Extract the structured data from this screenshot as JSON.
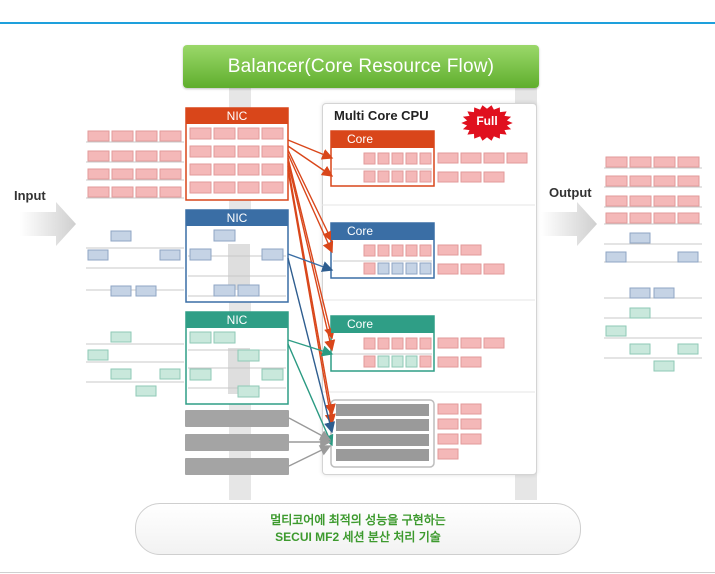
{
  "title": "Balancer(Core Resource Flow)",
  "input_label": "Input",
  "output_label": "Output",
  "nic_label": "NIC",
  "cpu_label": "Multi Core CPU",
  "core_label": "Core",
  "full_badge": "Full",
  "caption": {
    "line1": "멀티코어에 최적의 성능을 구현하는",
    "line2": "SECUI MF2 세션 분산 처리 기술"
  },
  "colors": {
    "balancer_green": "#6cbc3a",
    "nic_red": "#d9461a",
    "nic_blue": "#3a6ea5",
    "nic_teal": "#2f9e86",
    "packet_red": "#f4b8b8",
    "packet_blue": "#c5d3e5",
    "packet_teal": "#c9e8dc",
    "gray_bar": "#a4a4a4",
    "full_red": "#e0101e",
    "caption_green": "#3d9a2e"
  },
  "icons": [
    "arrow-right-icon",
    "starburst-badge-icon"
  ]
}
